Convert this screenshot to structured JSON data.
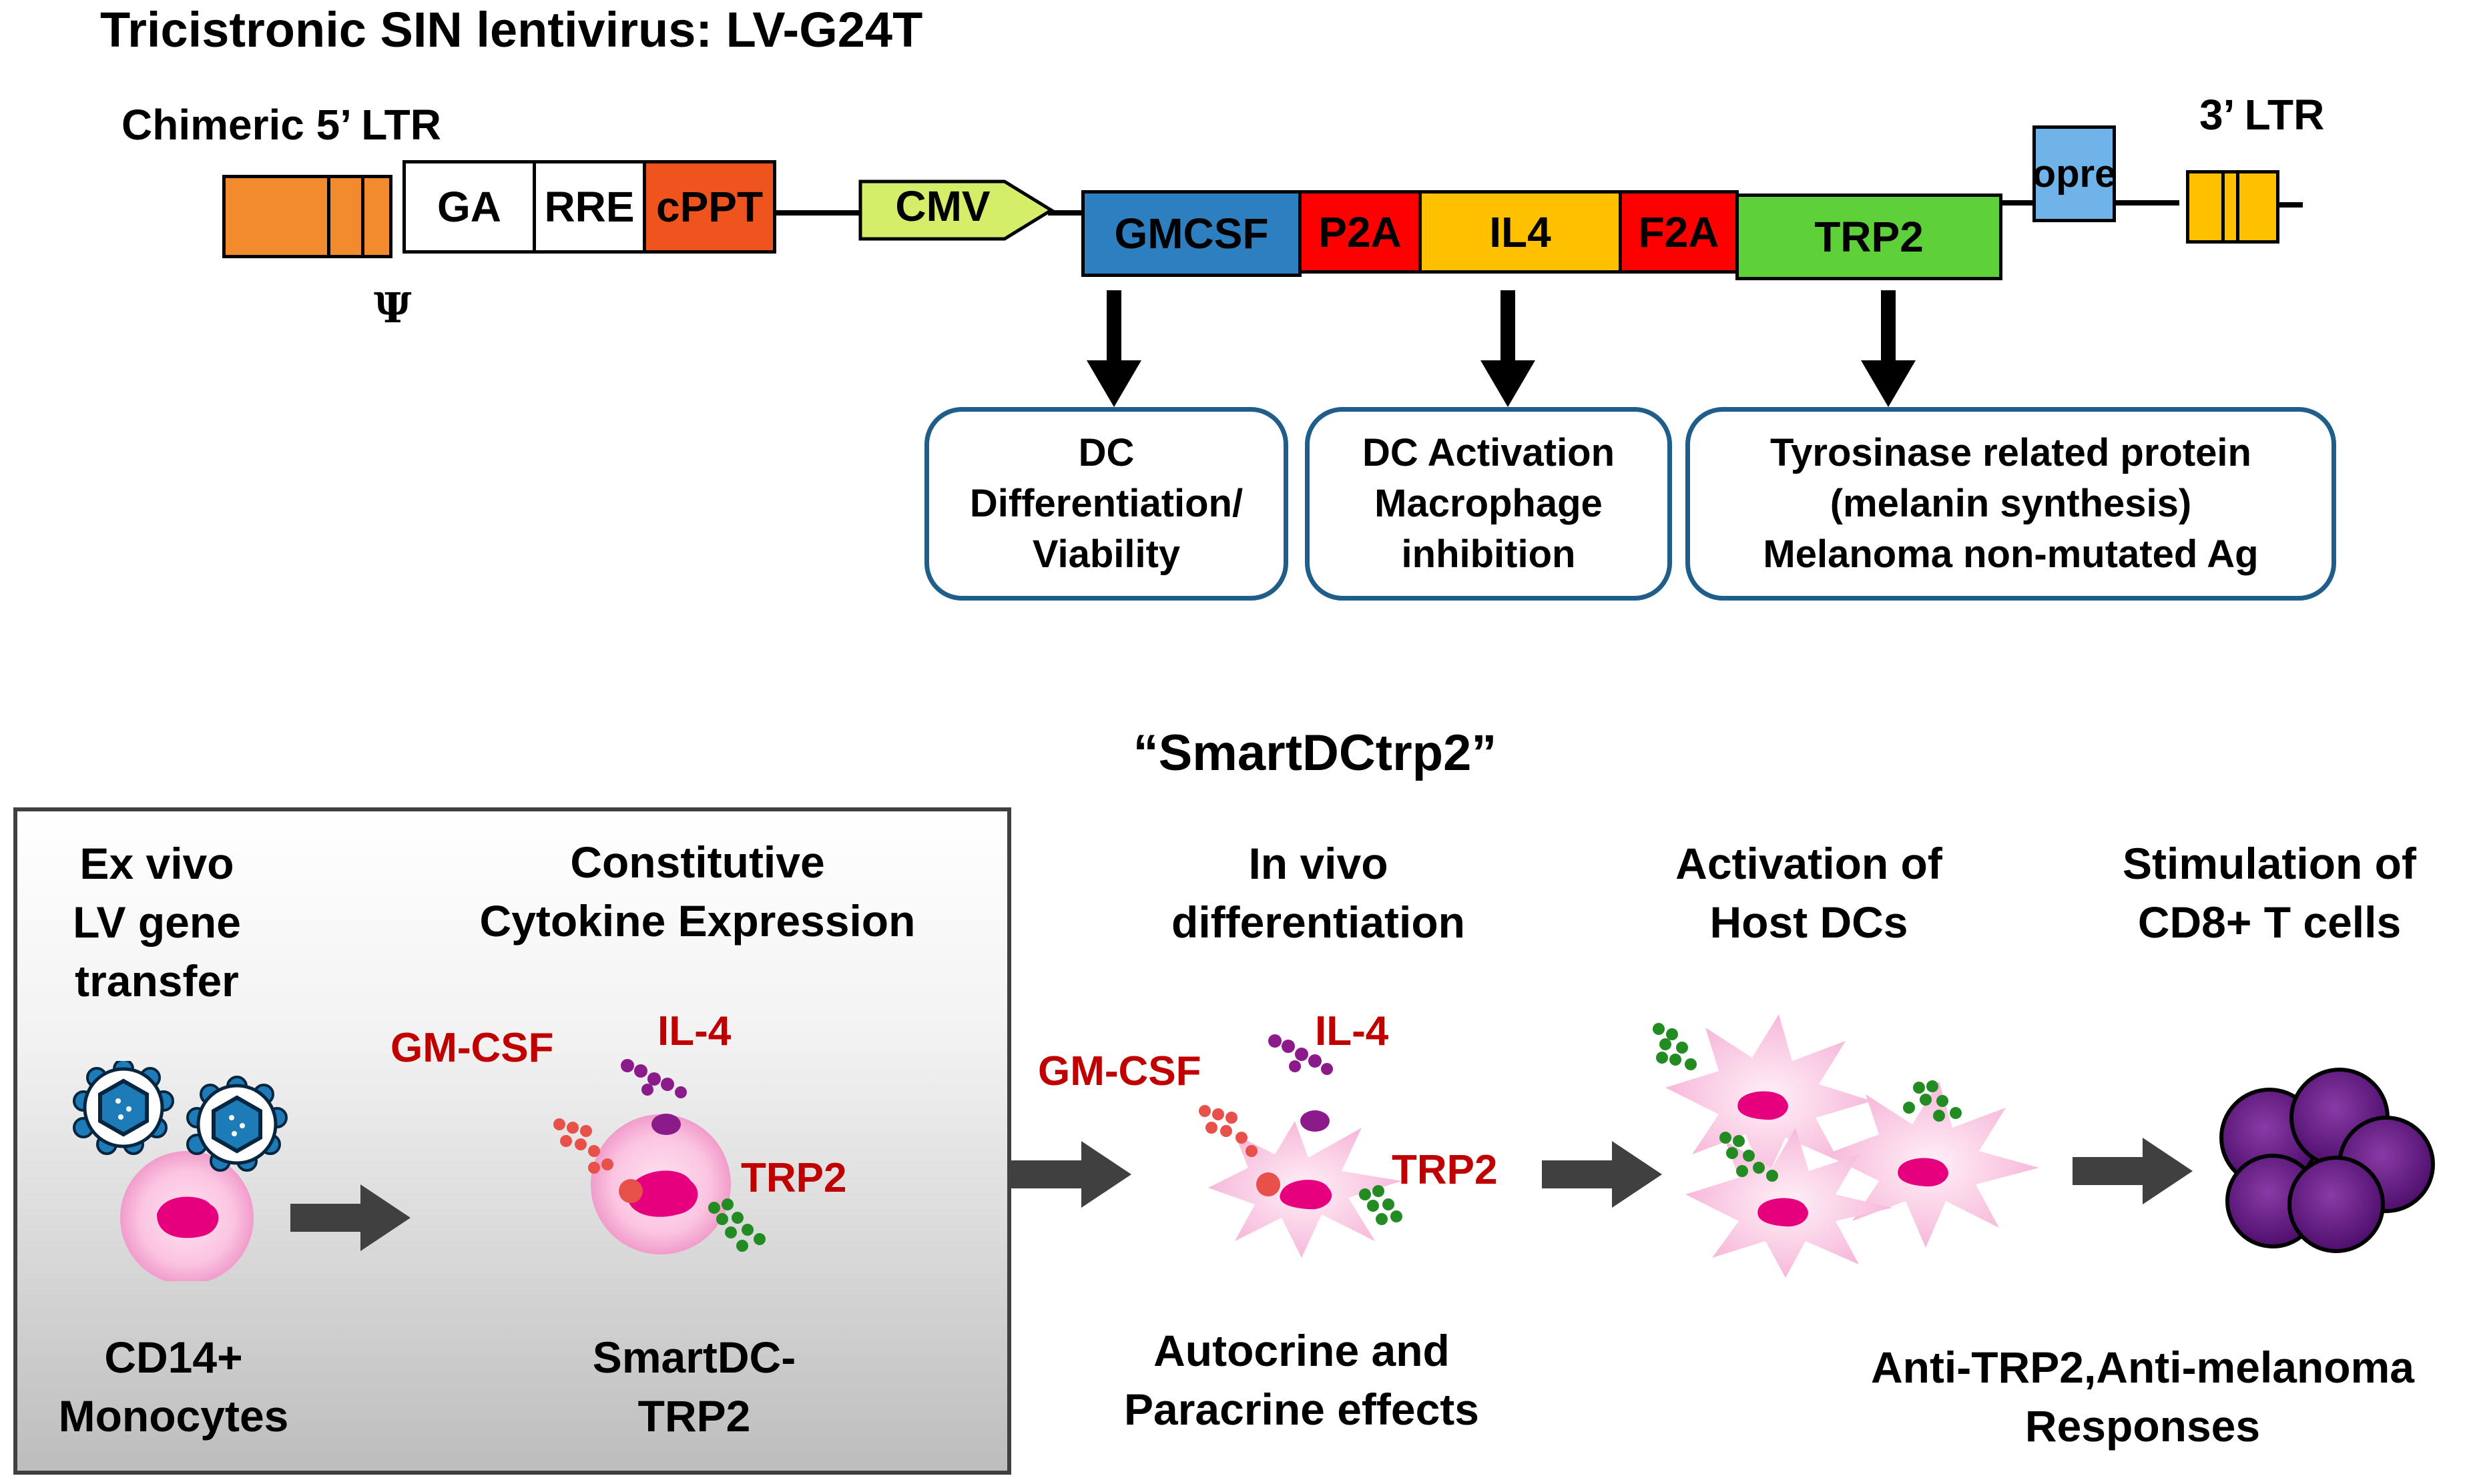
{
  "title": "Tricistronic SIN lentivirus: LV-G24T",
  "construct": {
    "ltr5_label": "Chimeric 5’ LTR",
    "psi_label": "Ψ",
    "ltr3_label": "3’ LTR",
    "elements": {
      "ga": "GA",
      "rre": "RRE",
      "cppt": "cPPT",
      "cmv": "CMV",
      "gmcsf": "GMCSF",
      "p2a": "P2A",
      "il4": "IL4",
      "f2a": "F2A",
      "trp2": "TRP2",
      "opre": "opre"
    }
  },
  "functions": {
    "gmcsf": [
      "DC",
      "Differentiation/",
      "Viability"
    ],
    "il4": [
      "DC Activation",
      "Macrophage",
      "inhibition"
    ],
    "trp2": [
      "Tyrosinase related protein",
      "(melanin synthesis)",
      "Melanoma non-mutated Ag"
    ]
  },
  "process": {
    "heading": "“SmartDCtrp2”",
    "stage1": [
      "Ex vivo",
      "LV gene",
      "transfer"
    ],
    "stage1_bottom": [
      "CD14+",
      "Monocytes"
    ],
    "stage2": [
      "Constitutive",
      "Cytokine Expression"
    ],
    "stage2_bottom": [
      "SmartDC-",
      "TRP2"
    ],
    "stage2_labels": {
      "gmcsf": "GM-CSF",
      "il4": "IL-4",
      "trp2": "TRP2"
    },
    "stage3": [
      "In vivo",
      "differentiation"
    ],
    "stage3_bottom": [
      "Autocrine and",
      "Paracrine effects"
    ],
    "stage3_labels": {
      "gmcsf": "GM-CSF",
      "il4": "IL-4",
      "trp2": "TRP2"
    },
    "stage4": [
      "Activation of",
      "Host DCs"
    ],
    "stage5": [
      "Stimulation of",
      "CD8+ T cells"
    ],
    "stage5_bottom": [
      "Anti-TRP2,Anti-melanoma",
      "Responses"
    ]
  },
  "colors": {
    "ltr5": "#f28b2e",
    "cppt": "#f0541e",
    "cmv": "#d4ee6a",
    "gmcsf": "#2d7fc0",
    "p2a": "#ff0000",
    "il4": "#ffc000",
    "trp2": "#5ed13a",
    "opre": "#6fb3e8",
    "ltr3": "#ffc000",
    "box_border": "#1f5e8a",
    "cytokine_text": "#c00000"
  }
}
